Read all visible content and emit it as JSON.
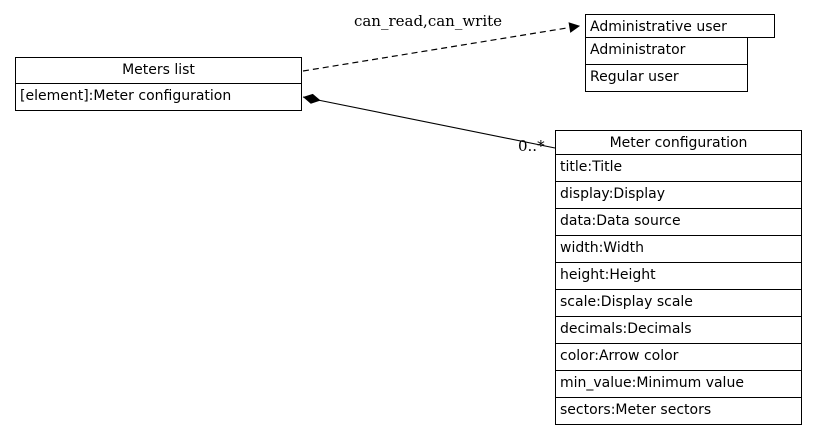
{
  "diagram": {
    "nodes": {
      "meters_list": {
        "title": "Meters list",
        "rows": [
          "[element]:Meter configuration"
        ]
      },
      "admin_user": {
        "title": "Administrative user",
        "rows": [
          "Administrator",
          "Regular user"
        ]
      },
      "meter_config": {
        "title": "Meter configuration",
        "rows": [
          "title:Title",
          "display:Display",
          "data:Data source",
          "width:Width",
          "height:Height",
          "scale:Display scale",
          "decimals:Decimals",
          "color:Arrow color",
          "min_value:Minimum value",
          "sectors:Meter sectors"
        ]
      }
    },
    "edges": {
      "dependency_label": "can_read,can_write",
      "multiplicity_label": "0..*"
    },
    "colors": {
      "line": "#000000",
      "background": "#ffffff",
      "box_fill": "#ffffff"
    }
  }
}
